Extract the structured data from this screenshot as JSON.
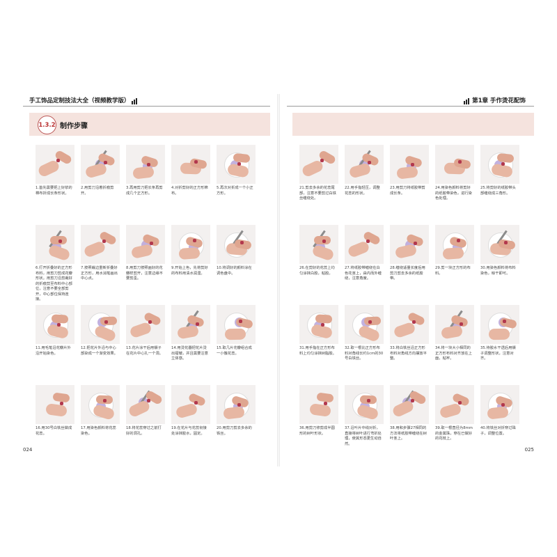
{
  "left_page": {
    "header": "手工饰品定制技法大全（视频教学版）",
    "section_number": "1.3.2",
    "section_title": "制作步骤",
    "page_number": "024",
    "steps": [
      "1.首先需要把上好浆的棉布折成长条形状。",
      "2.用剪刀沿着折痕剪开。",
      "3.再用剪刀把长条再剪成几个正方形。",
      "4.对折剪好的正方形棉布。",
      "5.再次对折成一个小正方形。",
      "6.打开折叠好的正方形布料，用剪刀剪成花瓣形状。用剪刀沿剪裁好的折痕剪至布料中心部位，注意不要全部剪开，中心部位保持连接。",
      "7.按照裁边重新折叠好正方形，用水消笔画出中心点。",
      "8.用剪刀按照画好的花瓣样剪开，注意边缘不要剪歪。",
      "9.开始上色，先将剪好的布料用清水润湿。",
      "10.将调好的颜料涂在调色盘中。",
      "11.用毛笔沿花瓣片外沿开始染色。",
      "12.把花片外沿与中心部染成一个渐变效果。",
      "13.花片涂干后用镊子在花片中心扎一个洞。",
      "14.用烫花器把花片烫出褶皱，并且需要注意立体感。",
      "15.取几片花瓣组合成一小簇花蕊。",
      "16.用30号白铁丝做成花蕊。",
      "17.用染色颜料将花蕊染色。",
      "18.将花蕊穿过之前打好的洞孔。",
      "19.在花片与花蕊衔接处涂抹胶水，固定。",
      "20.用剪刀剪去多余的铁丝。"
    ]
  },
  "right_page": {
    "header": "第1章 手作烫花配饰",
    "page_number": "025",
    "steps": [
      "21.剪去多余的花蕊尾部，注意不要剪过白铁丝缠绕处。",
      "22.用手指轻压，调整花蕊的形状。",
      "23.用剪刀将纸胶带剪成长条。",
      "24.用染色颜料将剪好的纸胶带染色，进行染色处理。",
      "25.将剪好的纸胶带头部缠绕成三角形。",
      "26.在剪好的花蕊上均匀涂抹白胶，粘胶。",
      "27.将纸胶带缠绕在白色花茎上，由内而外缠绕，注意角度。",
      "28.缠绕适量长度后用剪刀剪去多余的纸胶带。",
      "29.剪一块正方形的布料。",
      "30.用染色颜料将布料染色，晾干即可。",
      "31.用手指在正方形布料上均匀涂抹树脂胶。",
      "32.取一根比正方形布料对角线长约1cm的30号白铁丝。",
      "33.将白铁丝沿正方形布料对角线方向摆放平整。",
      "34.将一块大小相同的正方形布料对齐放在上面，粘牢。",
      "35.待胶水干透后用镊子调整形状，注意对齐。",
      "36.用剪刀修剪成半圆形的树叶形状。",
      "37.沿叶片中线对折，直接将树叶进行弯折处理，使其形态更生动自然。",
      "38.用和步骤27相同的方法将纸胶带缠绕在树叶茎上。",
      "39.取一根直径为8mm的金属珠，穿在已做好的花枝上。",
      "40.将铁丝对折穿过珠子，调整位置。"
    ]
  }
}
